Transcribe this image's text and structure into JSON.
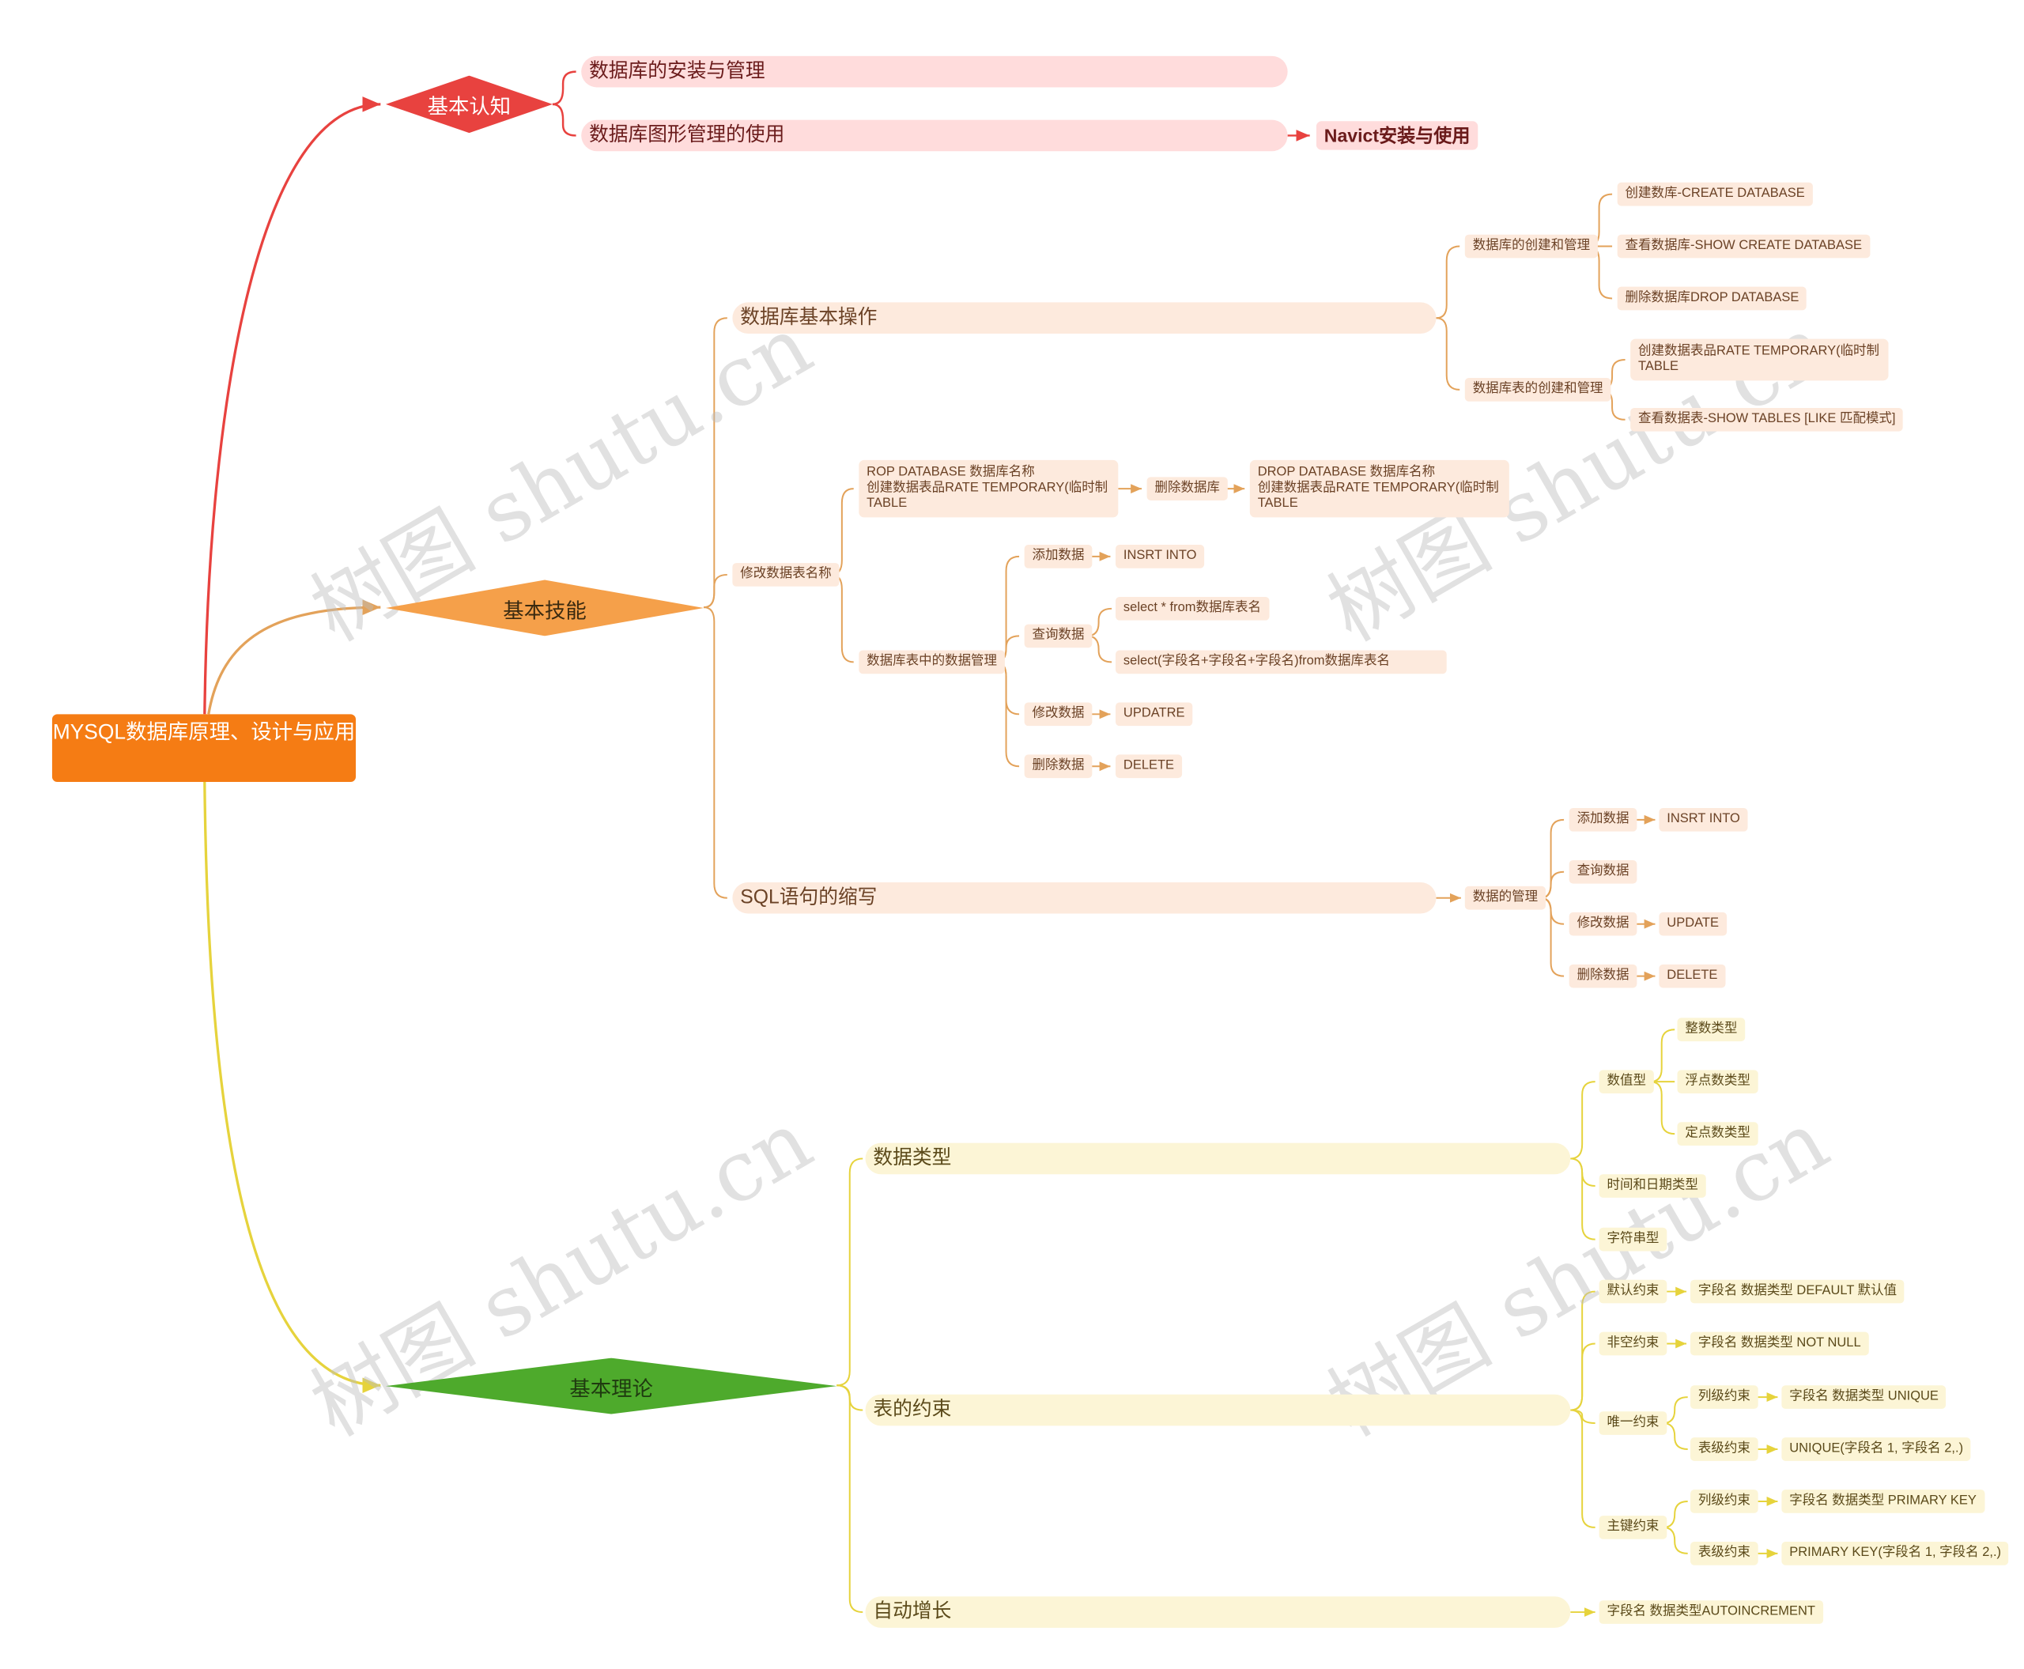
{
  "root": "MYSQL数据库原理、设计与应用",
  "branches": {
    "renzhi": {
      "label": "基本认知",
      "color": "#e8423f",
      "items": [
        "数据库的安装与管理",
        "数据库图形管理的使用"
      ],
      "navicat": "Navict安装与使用"
    },
    "jineng": {
      "label": "基本技能",
      "color": "#f5a04a",
      "basic_ops": {
        "label": "数据库基本操作",
        "db_manage": {
          "label": "数据库的创建和管理",
          "items": [
            "创建数库-CREATE DATABASE",
            "查看数据库-SHOW CREATE DATABASE",
            "删除数据库DROP DATABASE"
          ]
        },
        "table_manage": {
          "label": "数据库表的创建和管理",
          "items": [
            "创建数据表品RATE TEMPORARY(临时制\nTABLE",
            "查看数据表-SHOW TABLES [LIKE 匹配模式]"
          ]
        }
      },
      "modify": {
        "label": "修改数据表名称",
        "drop_block": "ROP DATABASE 数据库名称\n创建数据表品RATE TEMPORARY(临时制\nTABLE",
        "delete_db": "删除数据库",
        "drop_result": "DROP DATABASE 数据库名称\n创建数据表品RATE TEMPORARY(临时制\nTABLE",
        "data_manage": {
          "label": "数据库表中的数据管理",
          "add": "添加数据",
          "add_val": "INSRT INTO",
          "query": "查询数据",
          "query_vals": [
            "select * from数据库表名",
            "select(字段名+字段名+字段名)from数据库表名"
          ],
          "update": "修改数据",
          "update_val": "UPDATRE",
          "delete": "删除数据",
          "delete_val": "DELETE"
        }
      },
      "sql": {
        "label": "SQL语句的缩写",
        "manage": "数据的管理",
        "add": "添加数据",
        "add_val": "INSRT INTO",
        "query": "查询数据",
        "update": "修改数据",
        "update_val": "UPDATE",
        "delete": "删除数据",
        "delete_val": "DELETE"
      }
    },
    "lilun": {
      "label": "基本理论",
      "color": "#4eaa2c",
      "types": {
        "label": "数据类型",
        "numeric": "数值型",
        "numeric_items": [
          "整数类型",
          "浮点数类型",
          "定点数类型"
        ],
        "datetime": "时间和日期类型",
        "string": "字符串型"
      },
      "constraints": {
        "label": "表的约束",
        "default": "默认约束",
        "default_val": "字段名 数据类型 DEFAULT 默认值",
        "notnull": "非空约束",
        "notnull_val": "字段名 数据类型 NOT NULL",
        "unique": "唯一约束",
        "unique_col": "列级约束",
        "unique_col_val": "字段名 数据类型 UNIQUE",
        "unique_tbl": "表级约束",
        "unique_tbl_val": "UNIQUE(字段名 1, 字段名 2,.)",
        "pk": "主键约束",
        "pk_col": "列级约束",
        "pk_col_val": "字段名 数据类型 PRIMARY KEY",
        "pk_tbl": "表级约束",
        "pk_tbl_val": "PRIMARY KEY(字段名 1, 字段名 2,.)"
      },
      "auto": {
        "label": "自动增长",
        "val": "字段名 数据类型AUTOINCREMENT"
      }
    }
  },
  "watermark": "树图 shutu.cn",
  "colors": {
    "root": "#f57c14",
    "renzhi_line": "#e8423f",
    "jineng_line": "#e3a25a",
    "lilun_line": "#e6d33c",
    "pink_fill": "#ffdcdc",
    "peach_fill": "#fdeadd",
    "cream_fill": "#fcf5d6"
  }
}
